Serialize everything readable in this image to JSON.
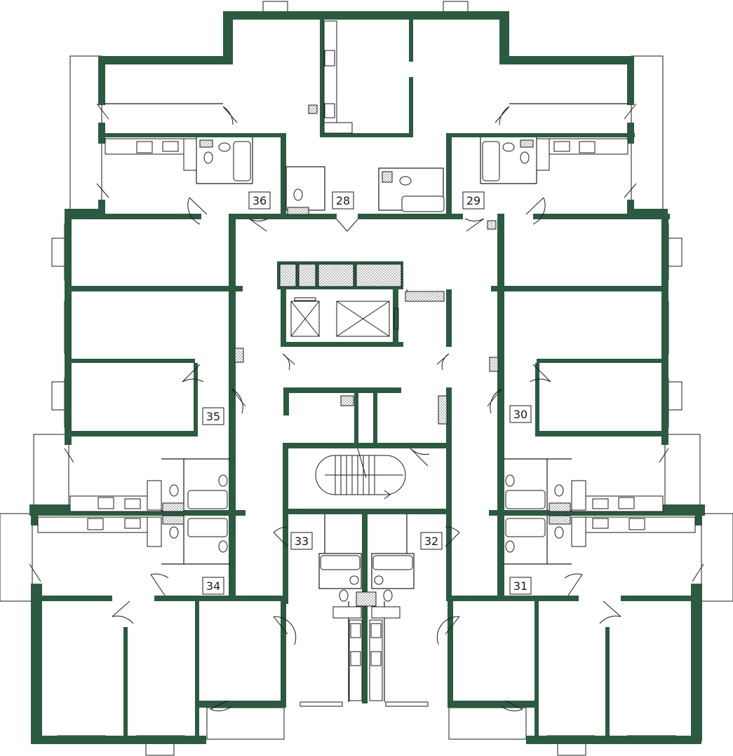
{
  "colors": {
    "wall": "#2c5a41",
    "thin_line": "#1a1a1a",
    "hatch": "#bcbcbc",
    "background": "#ffffff"
  },
  "apartments": [
    {
      "id": "apt-28",
      "label": "28"
    },
    {
      "id": "apt-29",
      "label": "29"
    },
    {
      "id": "apt-30",
      "label": "30"
    },
    {
      "id": "apt-31",
      "label": "31"
    },
    {
      "id": "apt-32",
      "label": "32"
    },
    {
      "id": "apt-33",
      "label": "33"
    },
    {
      "id": "apt-34",
      "label": "34"
    },
    {
      "id": "apt-35",
      "label": "35"
    },
    {
      "id": "apt-36",
      "label": "36"
    }
  ]
}
